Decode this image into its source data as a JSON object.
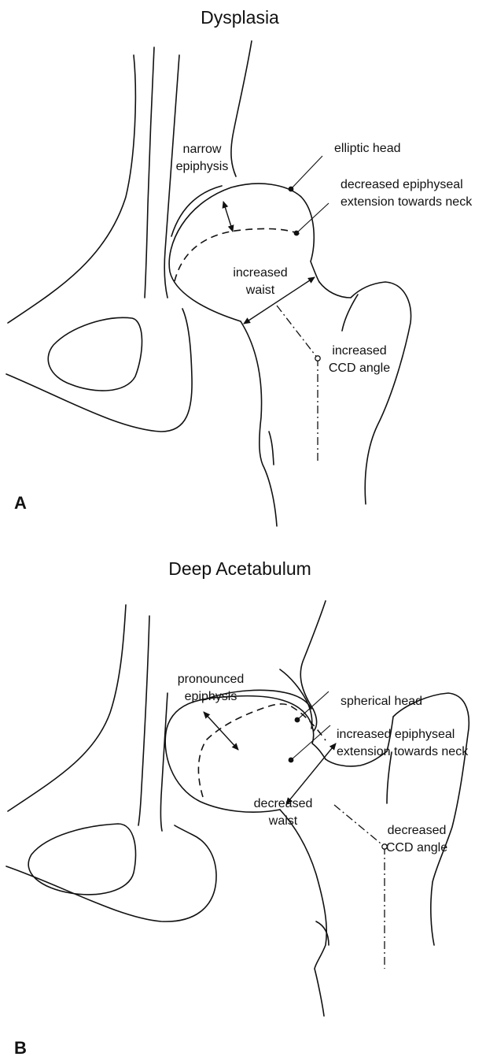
{
  "panel_a": {
    "letter": "A",
    "title": "Dysplasia",
    "labels": {
      "narrow_1": "narrow",
      "narrow_2": "epiphysis",
      "head": "elliptic head",
      "ext_1": "decreased epiphyseal",
      "ext_2": "extension towards neck",
      "waist_1": "increased",
      "waist_2": "waist",
      "ccd_1": "increased",
      "ccd_2": "CCD angle"
    }
  },
  "panel_b": {
    "letter": "B",
    "title": "Deep Acetabulum",
    "labels": {
      "pron_1": "pronounced",
      "pron_2": "epiphysis",
      "head": "spherical head",
      "ext_1": "increased epiphyseal",
      "ext_2": "extension towards neck",
      "waist_1": "decreased",
      "waist_2": "waist",
      "ccd_1": "decreased",
      "ccd_2": "CCD angle"
    }
  },
  "colors": {
    "ink": "#111111",
    "background": "#ffffff"
  }
}
